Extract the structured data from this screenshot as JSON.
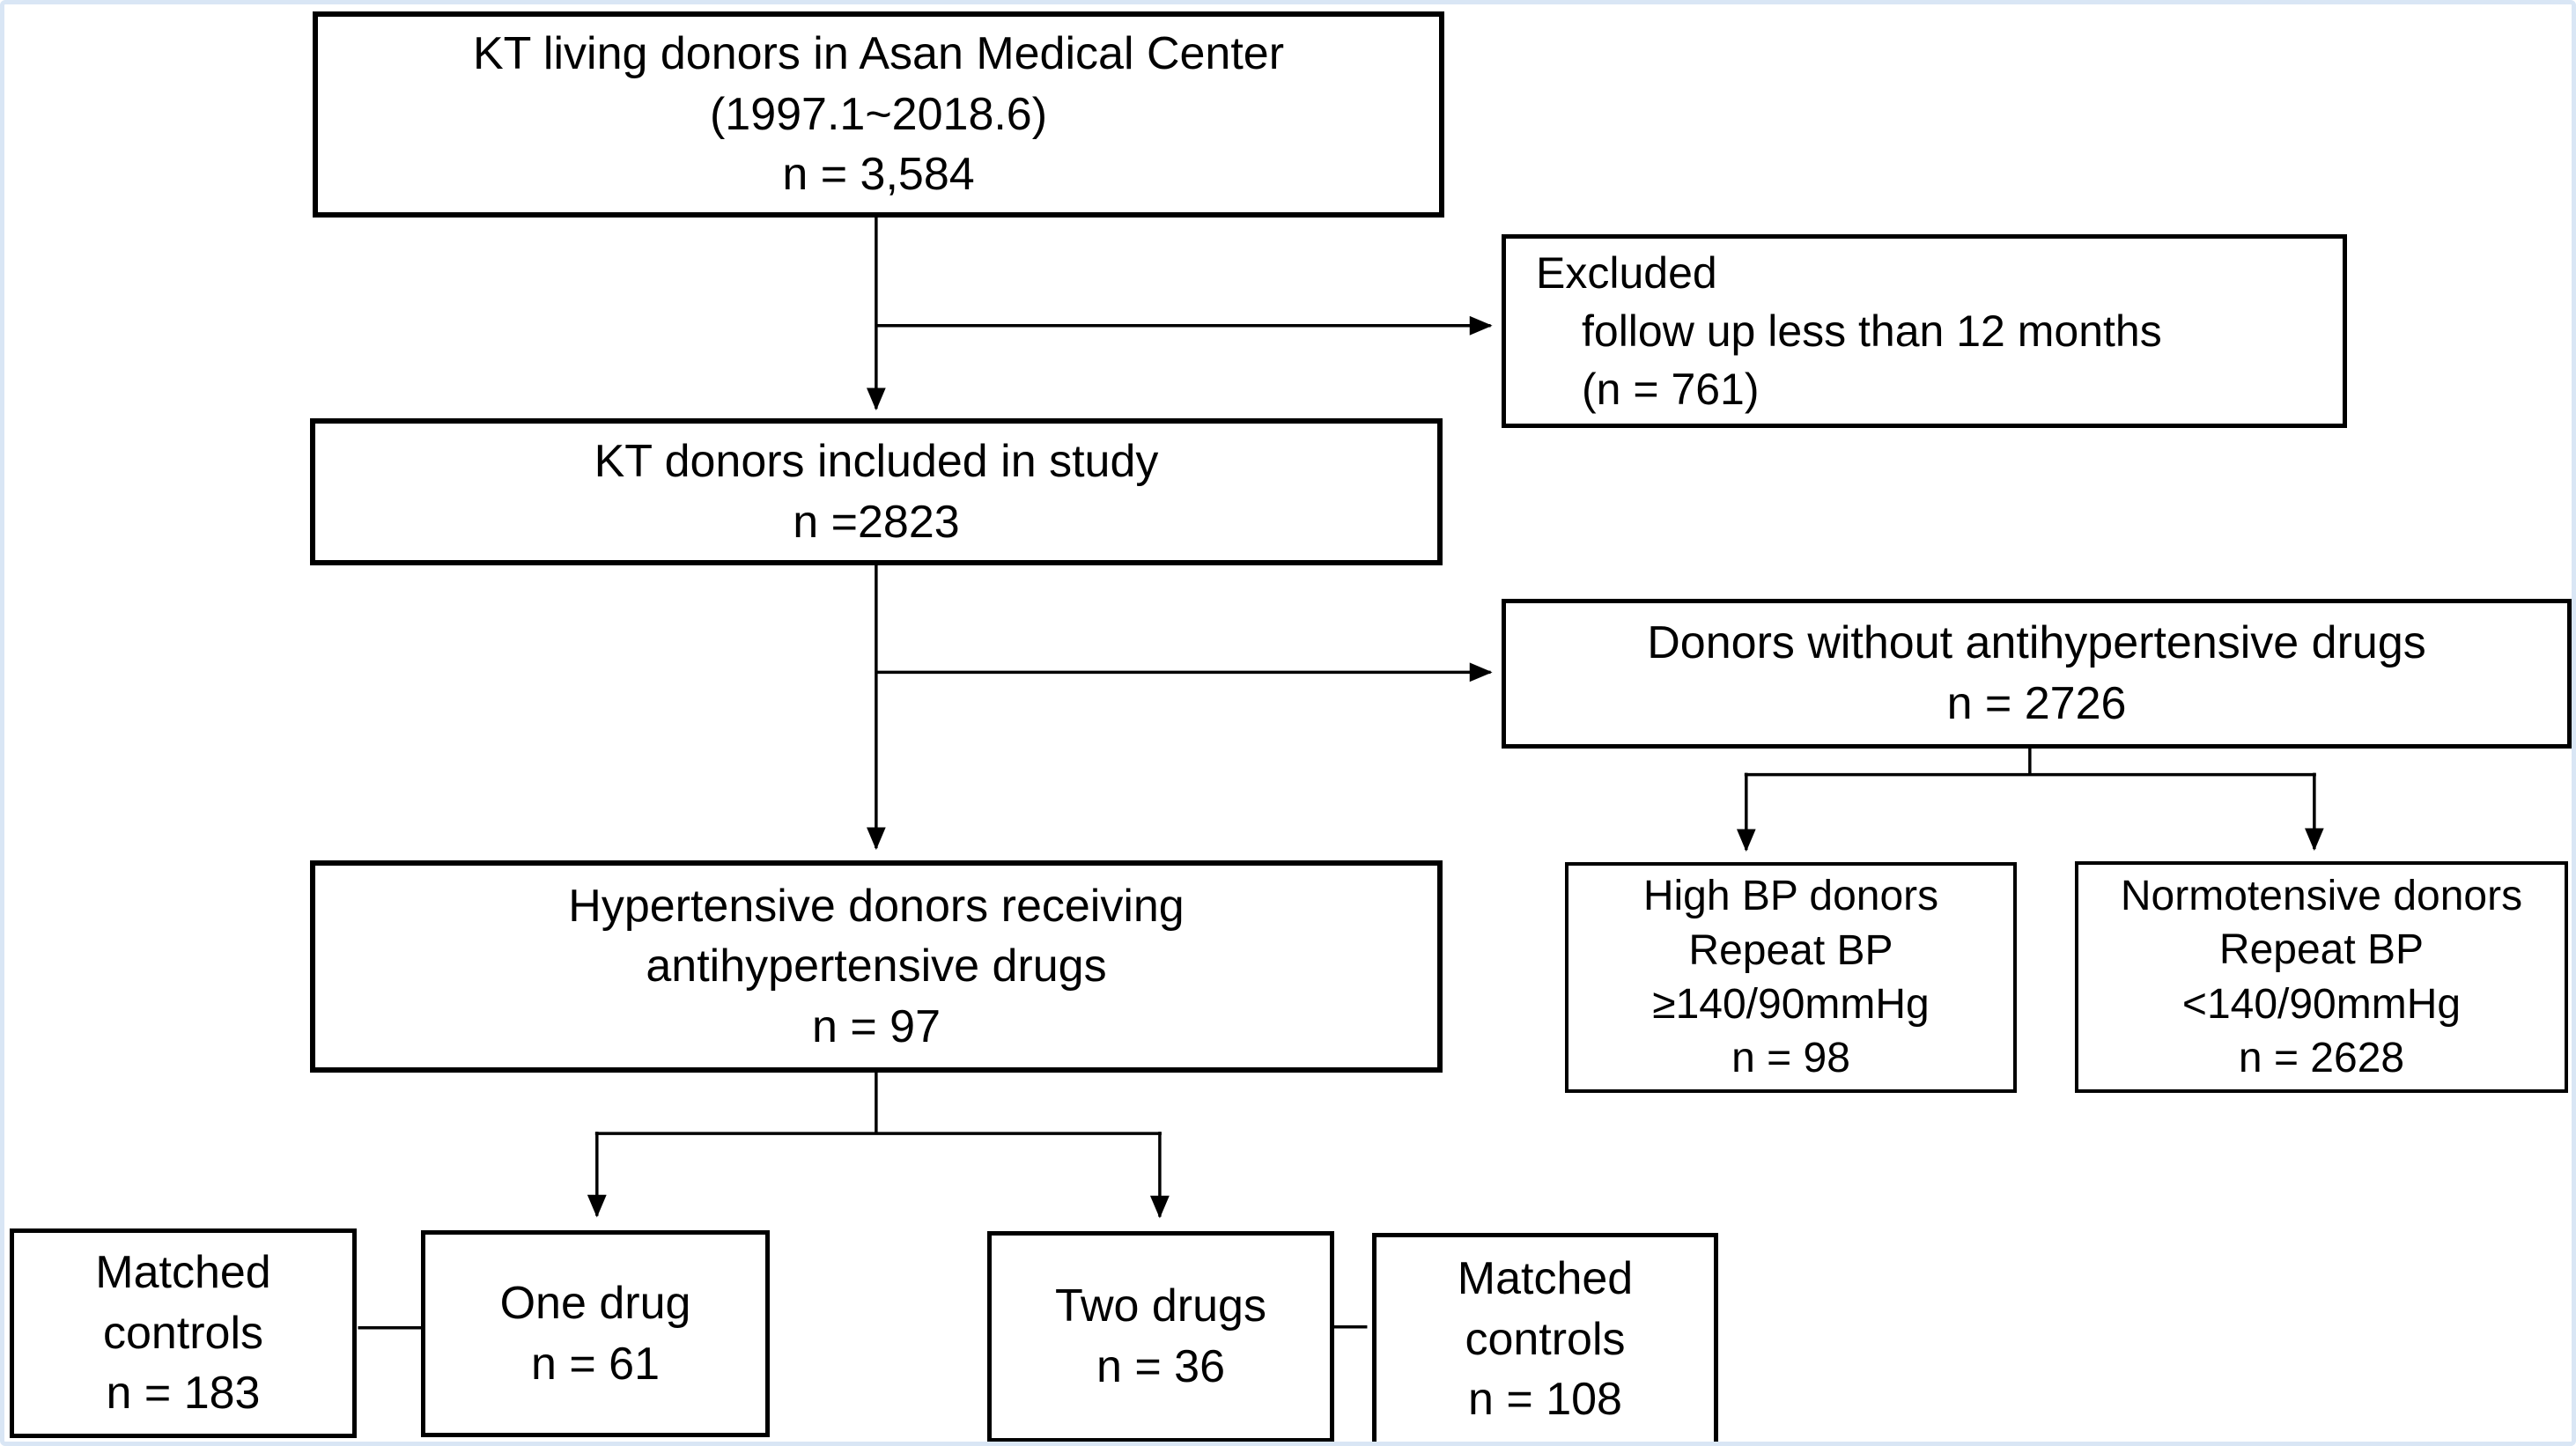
{
  "page": {
    "background_color": "#ffffff",
    "frame_border_color": "#d9e6f5",
    "box_border_color": "#000000",
    "text_color": "#000000"
  },
  "boxes": {
    "source": {
      "lines": [
        "KT living donors in Asan Medical Center",
        "(1997.1~2018.6)",
        "n = 3,584"
      ]
    },
    "excluded": {
      "lines": [
        "Excluded",
        "follow up less than 12 months",
        "(n = 761)"
      ]
    },
    "included": {
      "lines": [
        "KT donors included in study",
        "n =2823"
      ]
    },
    "no_drugs": {
      "lines": [
        "Donors without antihypertensive drugs",
        "n = 2726"
      ]
    },
    "hypertensive": {
      "lines": [
        "Hypertensive donors receiving",
        "antihypertensive drugs",
        "n = 97"
      ]
    },
    "high_bp": {
      "lines": [
        "High BP donors",
        "Repeat BP",
        "≥140/90mmHg",
        "n = 98"
      ]
    },
    "normotensive": {
      "lines": [
        "Normotensive donors",
        "Repeat BP",
        "<140/90mmHg",
        "n = 2628"
      ]
    },
    "matched_one": {
      "lines": [
        "Matched",
        "controls",
        "n = 183"
      ]
    },
    "one_drug": {
      "lines": [
        "One drug",
        "n = 61"
      ]
    },
    "two_drugs": {
      "lines": [
        "Two drugs",
        "n = 36"
      ]
    },
    "matched_two": {
      "lines": [
        "Matched",
        "controls",
        "n = 108"
      ]
    }
  }
}
